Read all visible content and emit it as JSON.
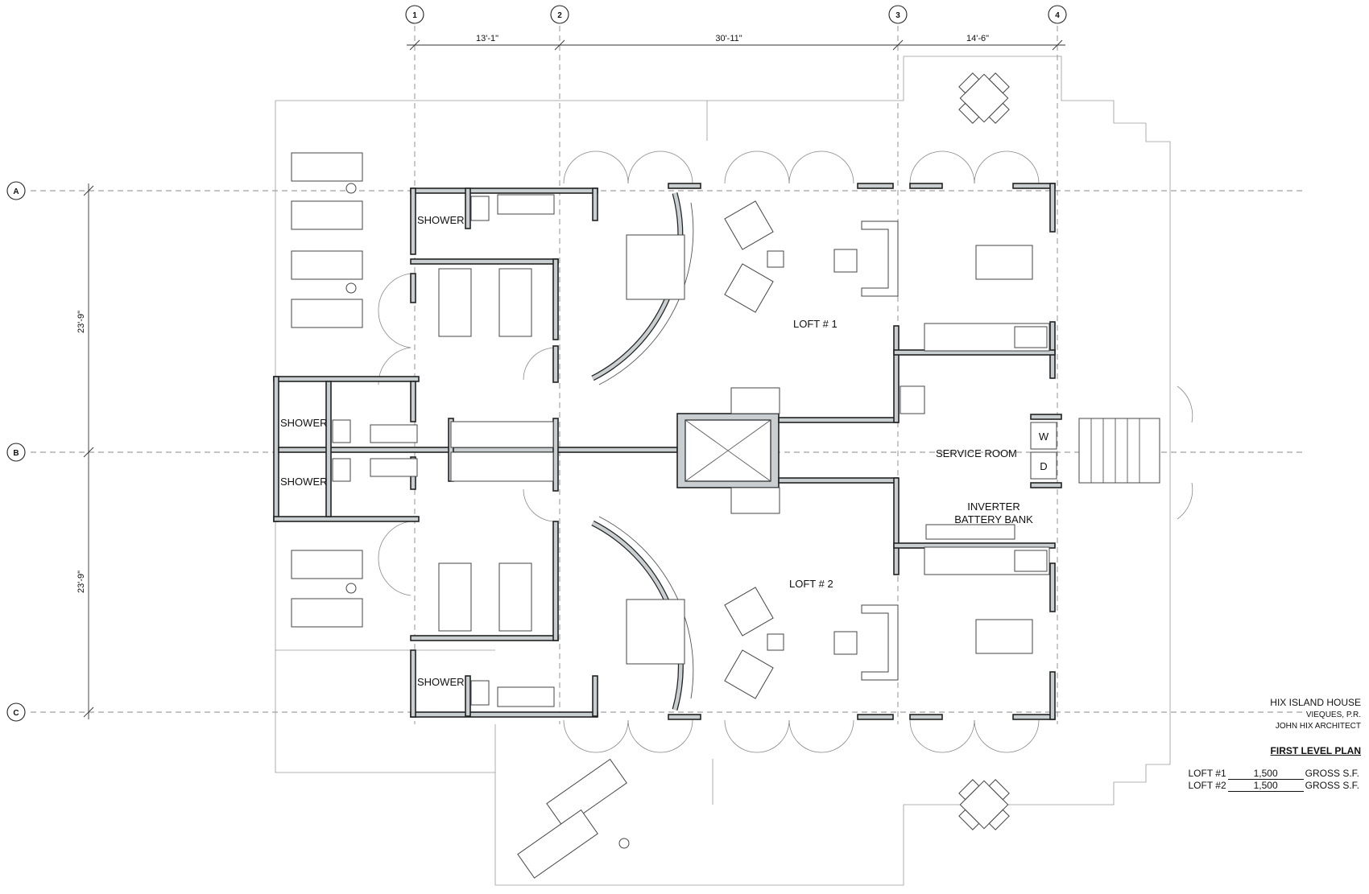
{
  "project": {
    "name": "HIX ISLAND HOUSE",
    "location": "VIEQUES, P.R.",
    "architect": "JOHN HIX ARCHITECT",
    "sheet_title": "FIRST LEVEL PLAN"
  },
  "areas": [
    {
      "label": "LOFT #1",
      "value": "1,500",
      "unit": "GROSS S.F."
    },
    {
      "label": "LOFT #2",
      "value": "1,500",
      "unit": "GROSS S.F."
    }
  ],
  "grid": {
    "columns": [
      "1",
      "2",
      "3",
      "4"
    ],
    "rows": [
      "A",
      "B",
      "C"
    ]
  },
  "dimensions": {
    "horizontal": [
      "13'-1\"",
      "30'-11\"",
      "14'-6\""
    ],
    "vertical": [
      "23'-9\"",
      "23'-9\""
    ]
  },
  "rooms": {
    "shower_1": "SHOWER",
    "shower_2": "SHOWER",
    "shower_3": "SHOWER",
    "shower_4": "SHOWER",
    "loft_1": "LOFT # 1",
    "loft_2": "LOFT # 2",
    "service_room": "SERVICE ROOM",
    "inverter": "INVERTER",
    "battery_bank": "BATTERY BANK",
    "washer": "W",
    "dryer": "D"
  }
}
